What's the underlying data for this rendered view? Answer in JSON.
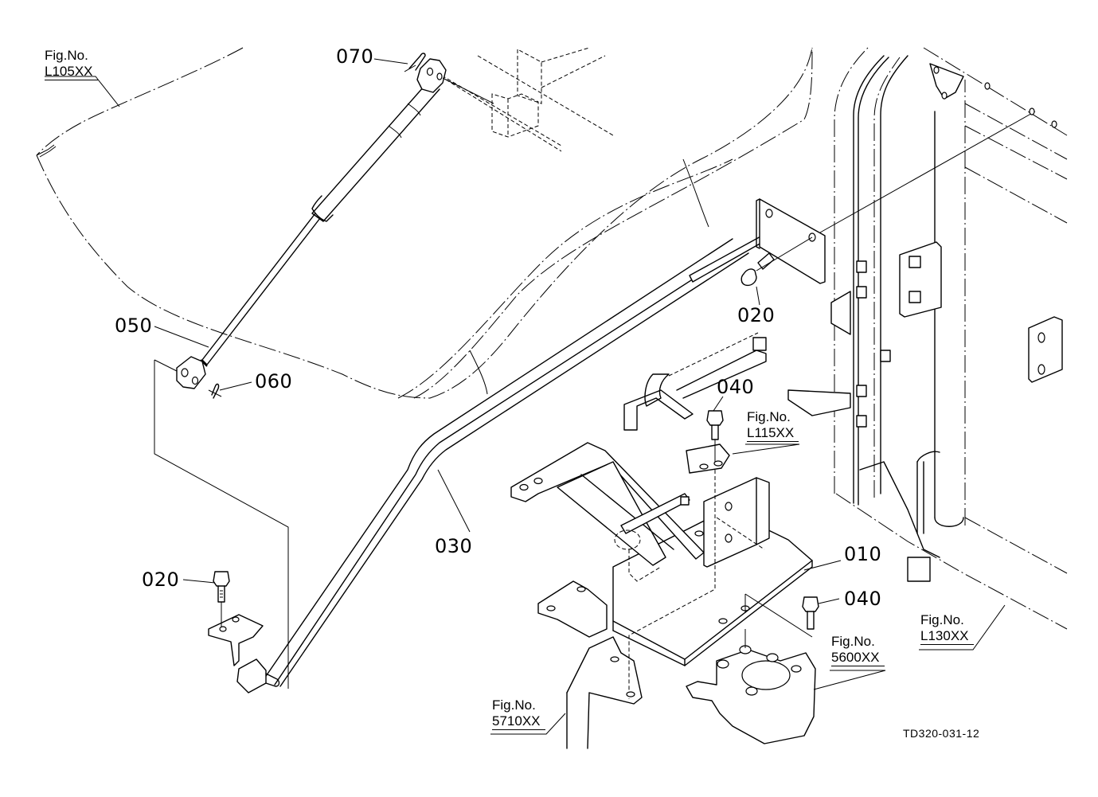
{
  "diagram": {
    "type": "exploded-parts-view",
    "drawing_code": "TD320-031-12",
    "part_labels": [
      {
        "id": "part-010",
        "text": "010"
      },
      {
        "id": "part-020-upper",
        "text": "020"
      },
      {
        "id": "part-020-lower",
        "text": "020"
      },
      {
        "id": "part-030",
        "text": "030"
      },
      {
        "id": "part-040-upper",
        "text": "040"
      },
      {
        "id": "part-040-lower",
        "text": "040"
      },
      {
        "id": "part-050",
        "text": "050"
      },
      {
        "id": "part-060",
        "text": "060"
      },
      {
        "id": "part-070",
        "text": "070"
      }
    ],
    "figure_refs": [
      {
        "id": "fig-l105xx",
        "prefix": "Fig.No.",
        "number": "L105XX"
      },
      {
        "id": "fig-l115xx",
        "prefix": "Fig.No.",
        "number": "L115XX"
      },
      {
        "id": "fig-l130xx",
        "prefix": "Fig.No.",
        "number": "L130XX"
      },
      {
        "id": "fig-5600xx",
        "prefix": "Fig.No.",
        "number": "5600XX"
      },
      {
        "id": "fig-5710xx",
        "prefix": "Fig.No.",
        "number": "5710XX"
      }
    ]
  }
}
